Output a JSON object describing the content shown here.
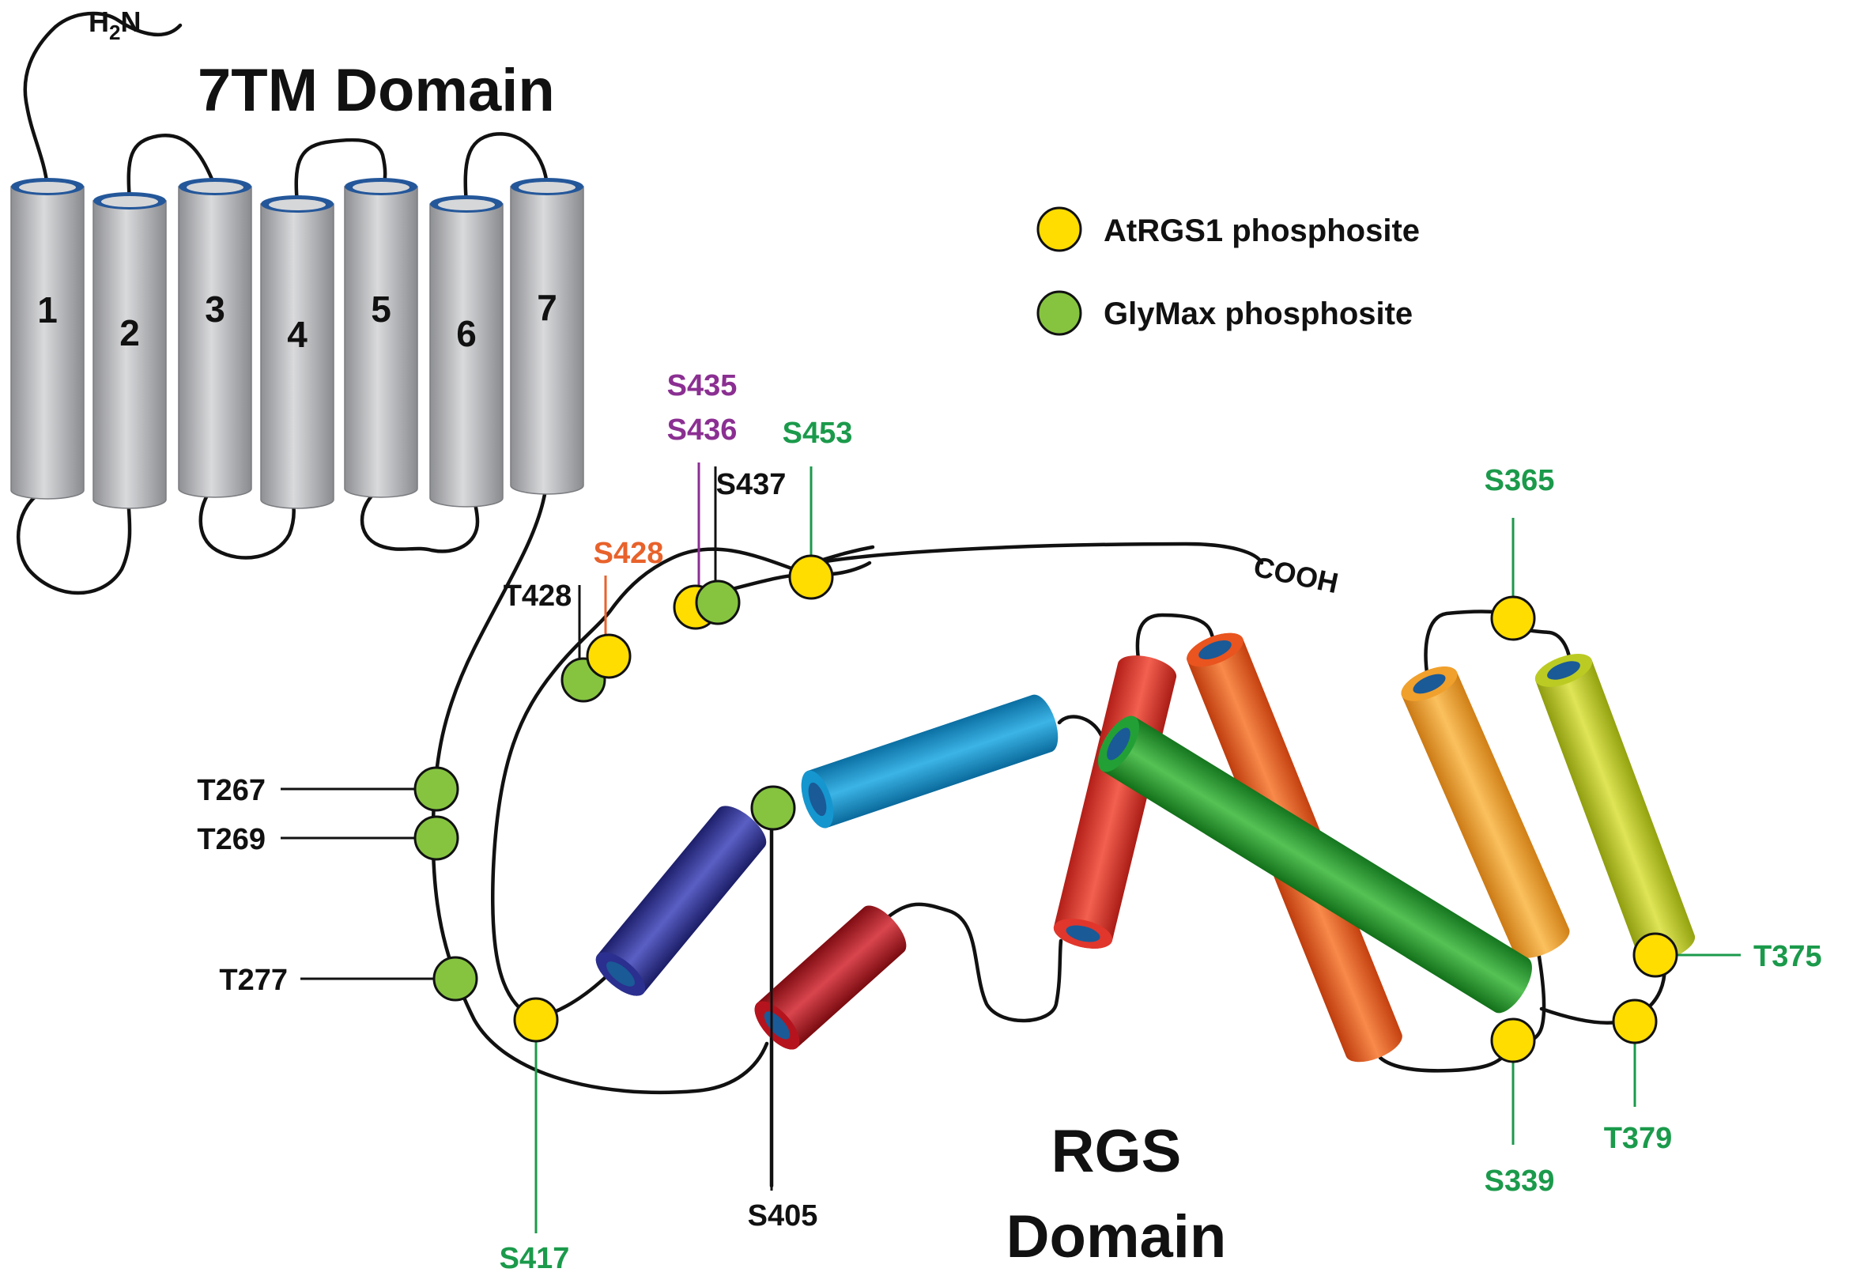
{
  "title_7tm": "7TM Domain",
  "title_rgs_line1": "RGS",
  "title_rgs_line2": "Domain",
  "n_terminus": {
    "main": "H",
    "sub": "2",
    "tail": "N"
  },
  "c_terminus": "COOH",
  "legend": [
    {
      "label": "AtRGS1 phosphosite",
      "color": "#ffdd00"
    },
    {
      "label": "GlyMax phosphosite",
      "color": "#86c440"
    }
  ],
  "tm_helices": [
    "1",
    "2",
    "3",
    "4",
    "5",
    "6",
    "7"
  ],
  "label_colors": {
    "black": "#111111",
    "green": "#1b9a4b",
    "orange": "#e8622b",
    "purple": "#8b2f92"
  },
  "phosphosites": [
    {
      "label": "T267",
      "type": "GlyMax",
      "label_color": "black"
    },
    {
      "label": "T269",
      "type": "GlyMax",
      "label_color": "black"
    },
    {
      "label": "T277",
      "type": "GlyMax",
      "label_color": "black"
    },
    {
      "label": "T428",
      "type": "GlyMax",
      "label_color": "black"
    },
    {
      "label": "S428",
      "type": "AtRGS1",
      "label_color": "orange"
    },
    {
      "label": "S435",
      "type": "AtRGS1",
      "label_color": "purple"
    },
    {
      "label": "S436",
      "type": "AtRGS1",
      "label_color": "purple"
    },
    {
      "label": "S437",
      "type": "GlyMax",
      "label_color": "black"
    },
    {
      "label": "S453",
      "type": "AtRGS1",
      "label_color": "green"
    },
    {
      "label": "S365",
      "type": "AtRGS1",
      "label_color": "green"
    },
    {
      "label": "T375",
      "type": "AtRGS1",
      "label_color": "green"
    },
    {
      "label": "T379",
      "type": "AtRGS1",
      "label_color": "green"
    },
    {
      "label": "S339",
      "type": "AtRGS1",
      "label_color": "green"
    },
    {
      "label": "S417",
      "type": "AtRGS1",
      "label_color": "green"
    },
    {
      "label": "S405",
      "type": "GlyMax",
      "label_color": "black"
    }
  ],
  "rgs_helix_colors": {
    "navy": "#2b2f8f",
    "blue": "#1596cf",
    "crimson": "#b5141e",
    "red": "#e1362c",
    "orange": "#e9541f",
    "green": "#22a036",
    "gold": "#f0a02c",
    "lime": "#bccb23"
  }
}
